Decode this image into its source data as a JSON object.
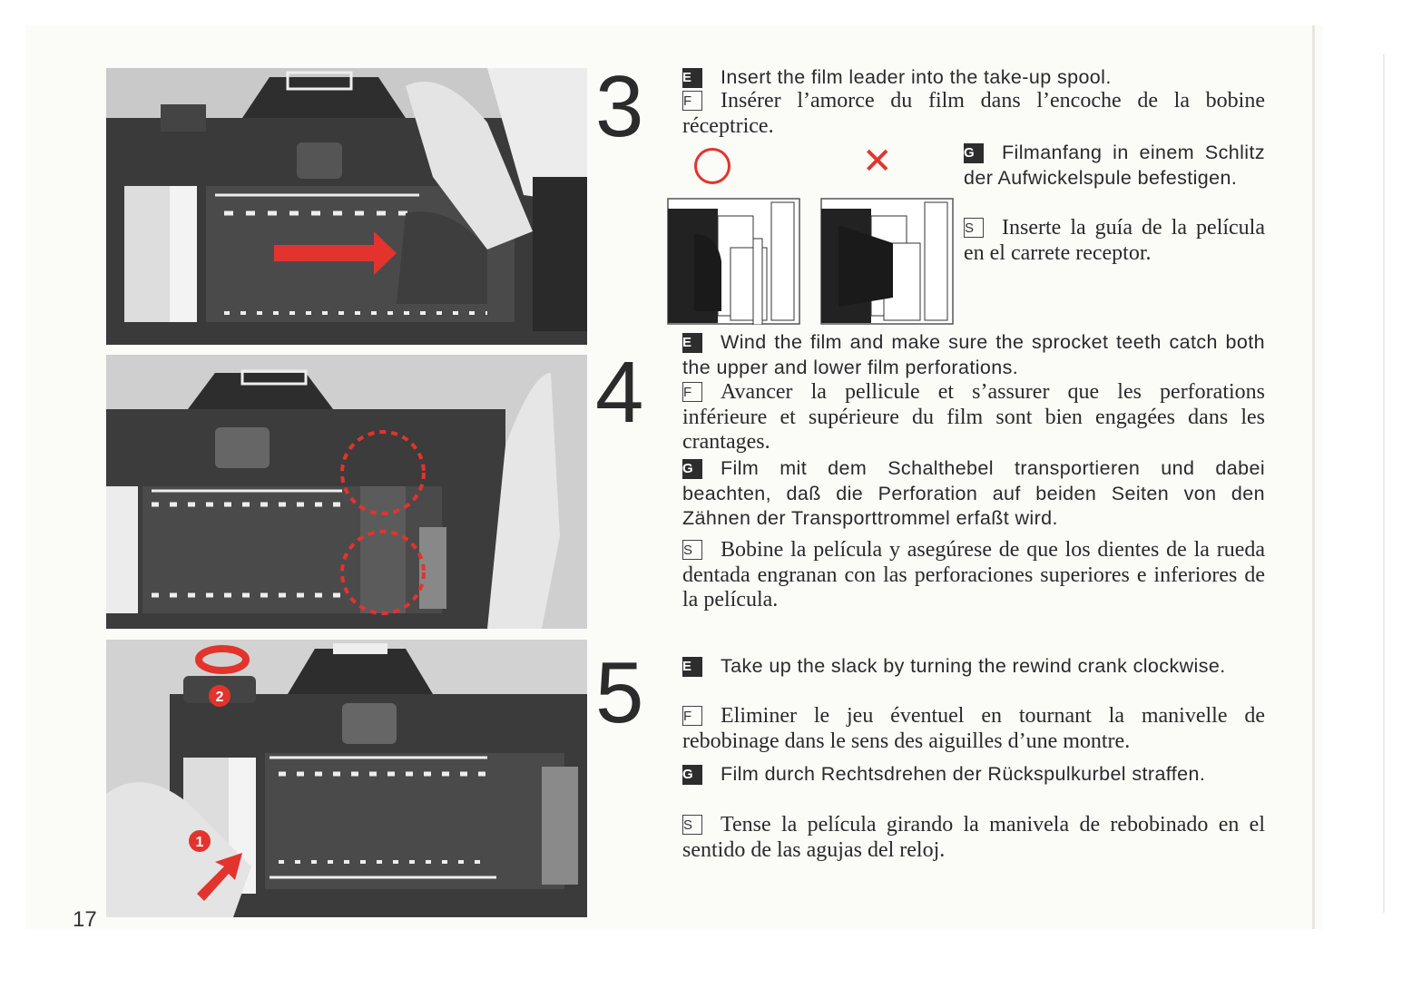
{
  "page_number": "17",
  "steps": [
    {
      "number": "3",
      "E": "Insert the film leader into the take-up spool.",
      "F": "Insérer l’amorce du film dans l’encoche de la bobine réceptrice.",
      "G": "Filmanfang in einem Schlitz der Aufwickelspule befestigen.",
      "S": "Inserte la guía de la película en el carrete receptor."
    },
    {
      "number": "4",
      "E": "Wind the film and make sure the sprocket teeth catch both the upper and lower film perforations.",
      "F": "Avancer la pellicule et s’assurer que les perforations inférieure et supérieure du film sont bien engagées dans les crantages.",
      "G": "Film mit dem Schalthebel transportieren und dabei beachten, daß die Perforation auf beiden Seiten von den Zähnen der Transporttrommel erfaßt wird.",
      "S": "Bobine la película y asegúrese de que los dientes de la rueda dentada engranan con las perforaciones superiores e inferiores de la película."
    },
    {
      "number": "5",
      "E": "Take up the slack by turning the rewind crank clockwise.",
      "F": "Eliminer le jeu éventuel en tournant la manivelle de rebobinage dans le sens des aiguilles d’une montre.",
      "G": "Film durch Rechtsdrehen der Rückspulkurbel straffen.",
      "S": "Tense la película girando la manivela de rebobinado en el sentido de las agujas del reloj."
    }
  ],
  "lang_badges": {
    "E": "E",
    "F": "F",
    "G": "G",
    "S": "S"
  },
  "photo_marks": {
    "dial_1": "1",
    "dial_2": "2"
  },
  "colors": {
    "accent_red": "#e2342c",
    "ink": "#2a2a2a",
    "paper": "#fbfbf8"
  },
  "icons": {
    "correct": "circle-ok-icon",
    "wrong": "cross-x-icon"
  }
}
